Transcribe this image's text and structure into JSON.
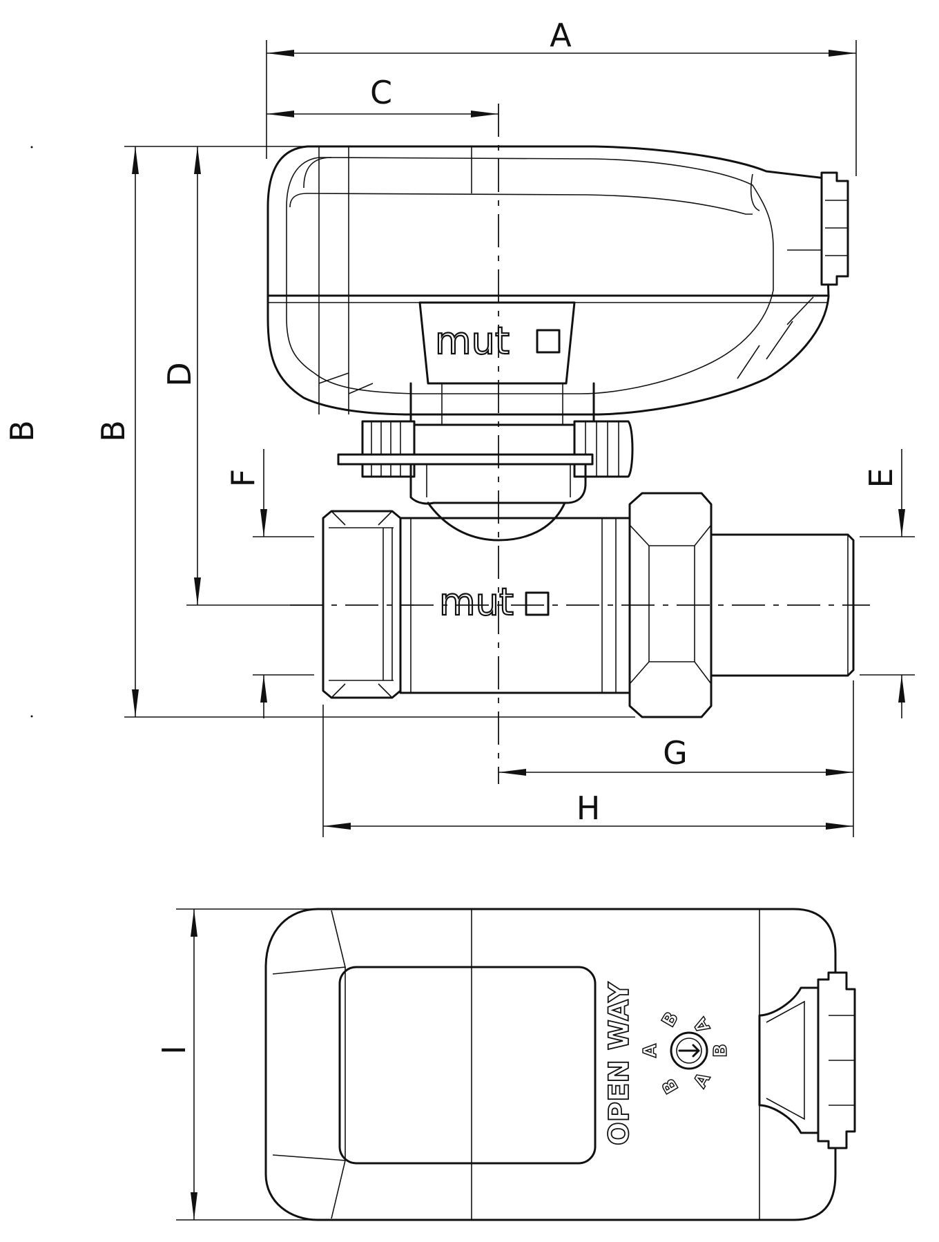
{
  "dimensions": {
    "A": "A",
    "B_outer": "B",
    "B_inner": "B",
    "C": "C",
    "D": "D",
    "E": "E",
    "F": "F",
    "G": "G",
    "H": "H",
    "I": "I"
  },
  "branding": {
    "actuator_logo": "mut",
    "valve_logo": "mut"
  },
  "top_view": {
    "open_way_label": "OPEN WAY",
    "dial_letters": [
      "A",
      "B",
      "A",
      "B",
      "A",
      "B"
    ]
  },
  "colors": {
    "line": "#111111",
    "background": "#ffffff"
  }
}
